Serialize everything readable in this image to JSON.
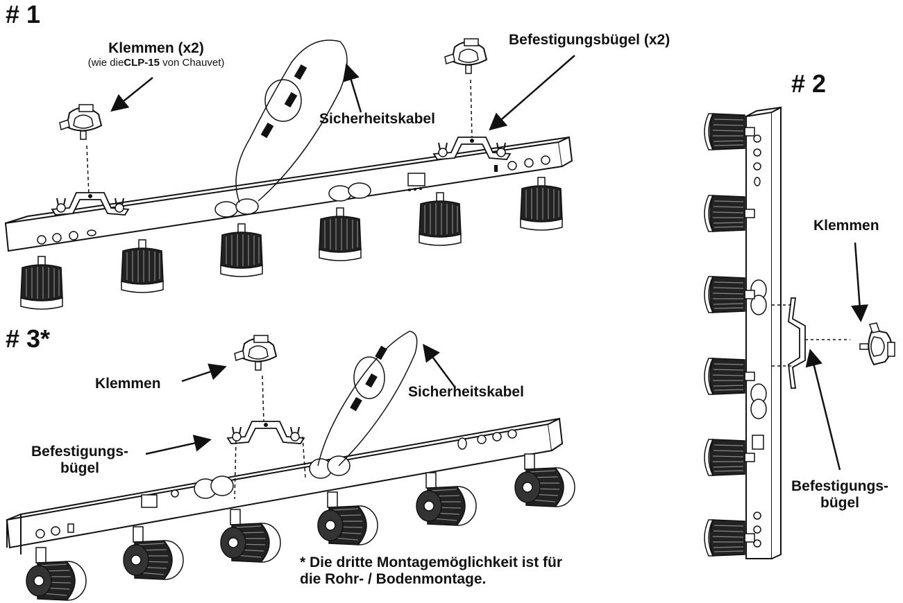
{
  "section1": {
    "number": "# 1",
    "clamps_label": "Klemmen (x2)",
    "clamps_sub_prefix": "(wie die",
    "clamps_sub_bold": "CLP-15",
    "clamps_sub_suffix": " von Chauvet)",
    "safety_cable_label": "Sicherheitskabel",
    "bracket_label": "Befestigungsbügel (x2)"
  },
  "section2": {
    "number": "# 2",
    "clamps_label": "Klemmen",
    "bracket_line1": "Befestigungs-",
    "bracket_line2": "bügel"
  },
  "section3": {
    "number": "# 3*",
    "clamps_label": "Klemmen",
    "safety_cable_label": "Sicherheitskabel",
    "bracket_line1": "Befestigungs-",
    "bracket_line2": "bügel",
    "footnote_line1": "* Die dritte Montagemöglichkeit ist für",
    "footnote_line2": "die Rohr- / Bodenmontage."
  }
}
